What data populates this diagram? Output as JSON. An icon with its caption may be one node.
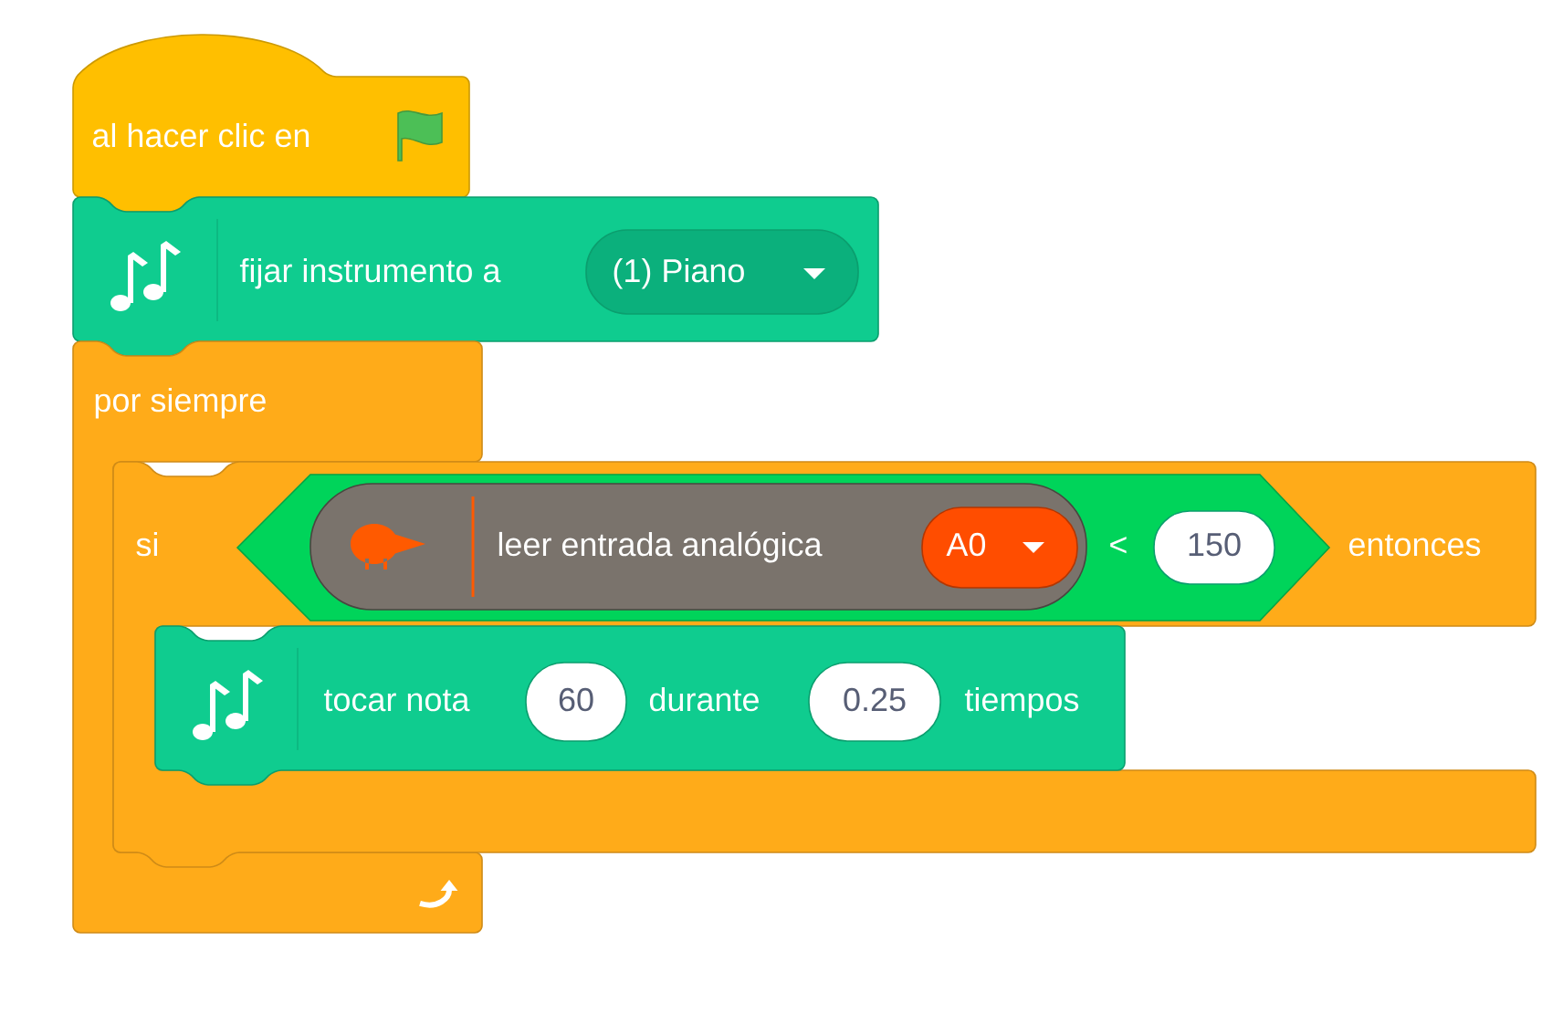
{
  "diagram": {
    "nodes": [
      {
        "text": [
          "al hacer clic en"
        ]
      },
      {
        "text": [
          "fijar instrumento a"
        ]
      },
      {
        "text": [
          "(1) Piano"
        ],
        "in": 1
      },
      {
        "text": [
          "por siempre"
        ]
      },
      {
        "text": [
          "si",
          "entonces"
        ]
      },
      {
        "text": [
          "<"
        ],
        "in": 4
      },
      {
        "text": [
          "leer entrada analógica"
        ],
        "in": 5
      },
      {
        "text": [
          "A0"
        ],
        "in": 6
      },
      {
        "text": [
          "150"
        ],
        "in": 5
      },
      {
        "text": [
          "tocar nota",
          "durante",
          "tiempos"
        ],
        "in": 4
      },
      {
        "text": [
          "60"
        ],
        "in": 9
      },
      {
        "text": [
          "0.25"
        ],
        "in": 9
      }
    ]
  }
}
